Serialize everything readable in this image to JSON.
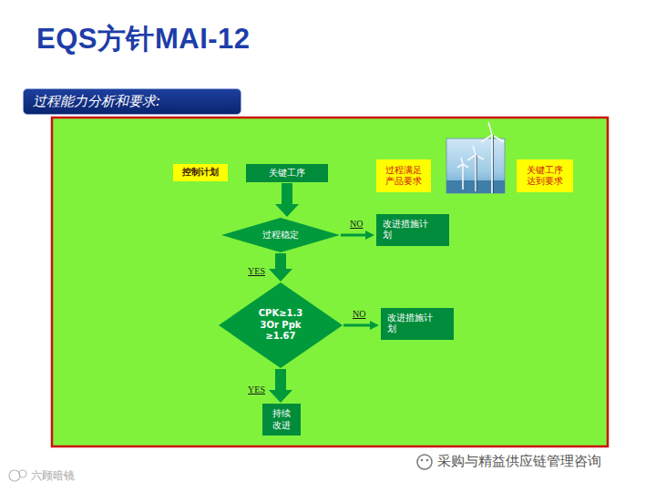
{
  "diagram": {
    "title": "EQS方针MAI-12",
    "nodes": [
      {
        "text": [
          "过程能力分析和要求:"
        ]
      },
      {
        "text": [
          "控制计划"
        ]
      },
      {
        "text": [
          "关键工序"
        ]
      },
      {
        "text": [
          "过程稳定"
        ]
      },
      {
        "text": [
          "改进措施计划"
        ]
      },
      {
        "text": [
          "CPK≥1.3 3Or Ppk ≥1.67"
        ]
      },
      {
        "text": [
          "改进措施计划"
        ]
      },
      {
        "text": [
          "持续改进"
        ]
      },
      {
        "text": [
          "过程满足产品要求"
        ]
      },
      {
        "text": [
          "关键工序达到要求"
        ]
      }
    ],
    "edges": [
      {
        "from": 2,
        "to": 3,
        "arrow": "to"
      },
      {
        "from": 3,
        "to": 4,
        "label": "NO",
        "arrow": "to"
      },
      {
        "from": 3,
        "to": 5,
        "label": "YES",
        "arrow": "to"
      },
      {
        "from": 5,
        "to": 6,
        "label": "NO",
        "arrow": "to"
      },
      {
        "from": 5,
        "to": 7,
        "label": "YES",
        "arrow": "to"
      }
    ],
    "labels": [
      "采购与精益供应链管理咨询",
      "六顾暗镜"
    ]
  }
}
